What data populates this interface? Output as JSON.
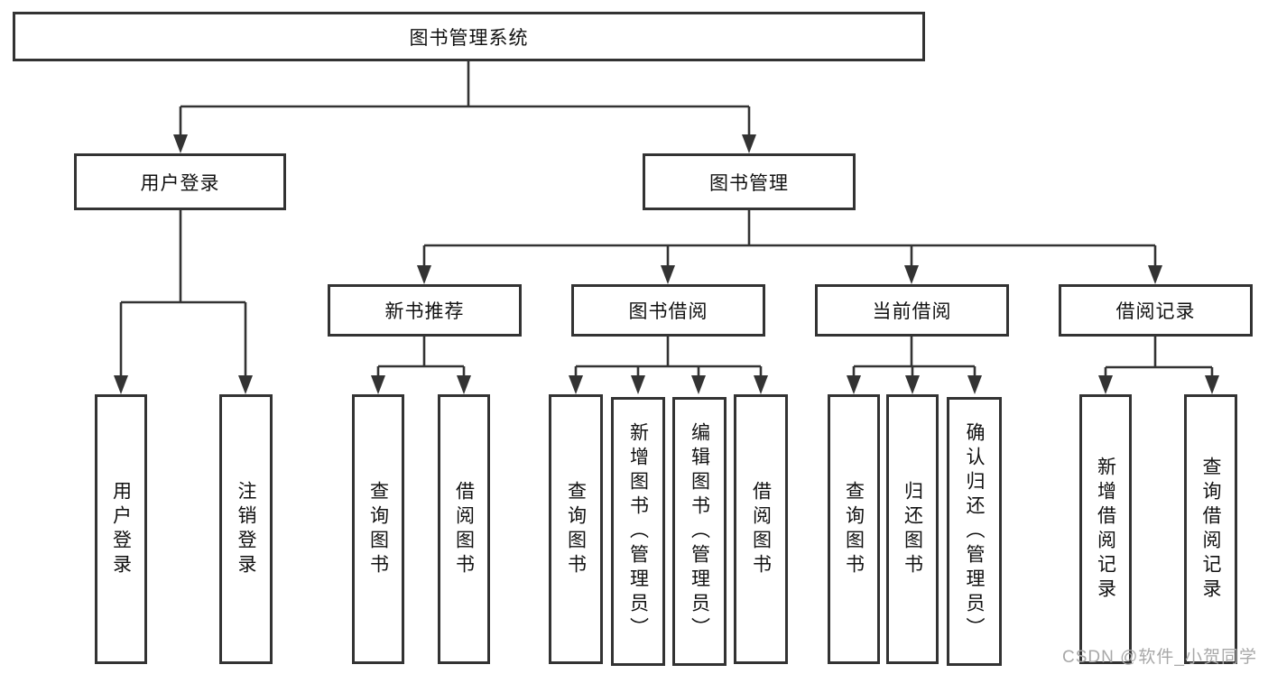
{
  "colors": {
    "line": "#333333",
    "border": "#333333",
    "text": "#111111",
    "watermark_color": "#a8a8a8",
    "background": "#ffffff"
  },
  "nodes": {
    "root": {
      "label": "图书管理系统"
    },
    "user_login": {
      "label": "用户登录"
    },
    "book_mgmt": {
      "label": "图书管理"
    },
    "new_book_rec": {
      "label": "新书推荐"
    },
    "book_borrow": {
      "label": "图书借阅"
    },
    "current_borrow": {
      "label": "当前借阅"
    },
    "borrow_record": {
      "label": "借阅记录"
    },
    "leaf_user_login": {
      "label": "用户登录"
    },
    "leaf_logout": {
      "label": "注销登录"
    },
    "leaf_nb_query_book": {
      "label": "查询图书"
    },
    "leaf_nb_borrow_book": {
      "label": "借阅图书"
    },
    "leaf_bb_query_book": {
      "label": "查询图书"
    },
    "leaf_bb_add_book": {
      "label": "新增图书（管理员）"
    },
    "leaf_bb_edit_book": {
      "label": "编辑图书（管理员）"
    },
    "leaf_bb_borrow_book": {
      "label": "借阅图书"
    },
    "leaf_cb_query_book": {
      "label": "查询图书"
    },
    "leaf_cb_return_book": {
      "label": "归还图书"
    },
    "leaf_cb_confirm_return": {
      "label": "确认归还（管理员）"
    },
    "leaf_br_add_record": {
      "label": "新增借阅记录"
    },
    "leaf_br_query_record": {
      "label": "查询借阅记录"
    }
  },
  "watermark": {
    "text": "CSDN @软件_小贺同学"
  }
}
